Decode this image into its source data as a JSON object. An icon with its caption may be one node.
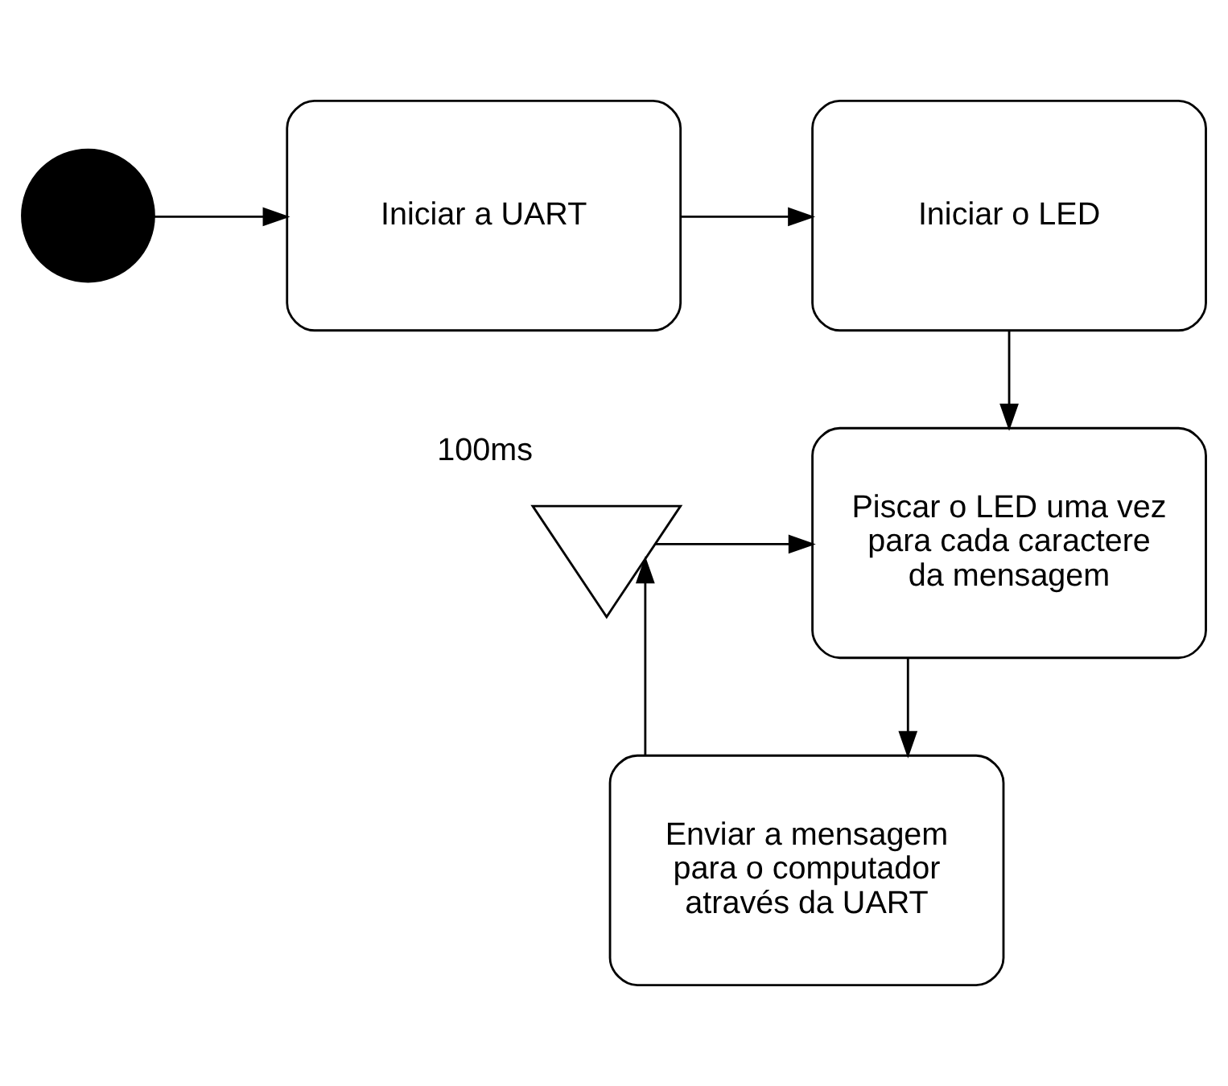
{
  "diagram": {
    "nodes": [
      {
        "text": [],
        "shape": "circle"
      },
      {
        "text": [
          "Iniciar a UART"
        ]
      },
      {
        "text": [
          "Iniciar o LED"
        ]
      },
      {
        "text": [
          "Piscar o LED uma vez para cada caractere da mensagem"
        ]
      },
      {
        "text": [
          "Enviar a mensagem para o computador através da UART"
        ]
      },
      {
        "text": [],
        "shape": "hourglass",
        "beside": [
          "100ms"
        ]
      }
    ],
    "edges": [
      {
        "from": 0,
        "to": 1,
        "arrow": "to"
      },
      {
        "from": 1,
        "to": 2,
        "arrow": "to"
      },
      {
        "from": 2,
        "to": 3,
        "arrow": "to"
      },
      {
        "from": 3,
        "to": 4,
        "arrow": "to"
      },
      {
        "from": 4,
        "to": 5,
        "arrow": "to"
      },
      {
        "from": 5,
        "to": 3,
        "arrow": "to"
      }
    ]
  }
}
